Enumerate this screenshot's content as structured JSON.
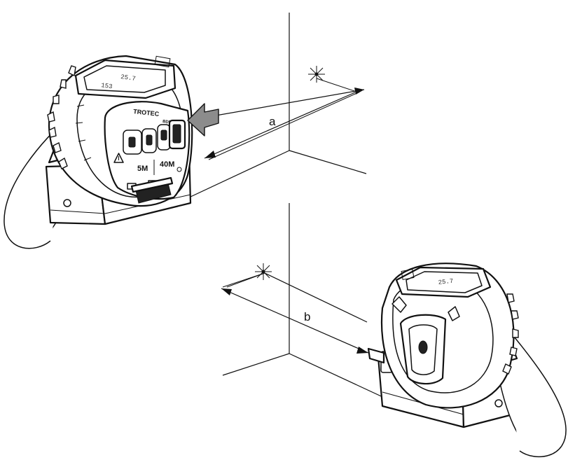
{
  "figure": {
    "device_brand": "TROTEC",
    "device_model": "BDM",
    "range_short": "5M",
    "range_long": "40M",
    "lcd_top_a": "25.7",
    "lcd_top_b": "153",
    "dimension_a": "a",
    "dimension_b": "b",
    "icon_names": [
      "laser-star-icon",
      "push-arrow-icon",
      "warning-triangle-icon",
      "belt-clip-icon"
    ]
  }
}
